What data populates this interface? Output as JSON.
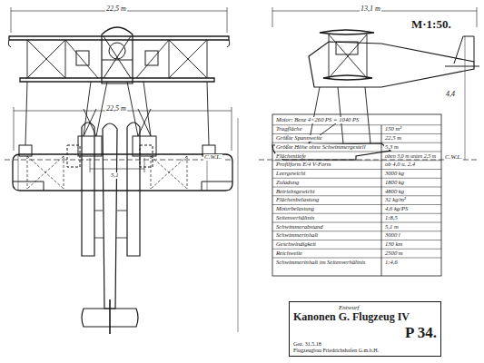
{
  "diagram": {
    "nodes": [
      {
        "text": [
          "Entwurf",
          "Kanonen G. Flugzeug IV",
          "P 34.",
          "Gez. 31.5.18",
          "Flugzeugbau Friedrichshafen G.m.b.H."
        ]
      }
    ],
    "labels": [
      "22,5 m",
      "C.W.L.",
      "M·1:50.",
      "C.W.L.",
      "13,1 m",
      "5,1",
      "4,4",
      "22,5 m",
      "Motor: Benz 4×260 PS = 1040 PS",
      "Tragfläche",
      "150 m²",
      "Größte Spannweite",
      "22,5 m",
      "Größte Höhe ohne Schwimmergestell",
      "5,3 m",
      "Flächentiefe",
      "oben 3,0 m unten 2,5 m",
      "Profilform E/4 V-Form",
      "ob 4,0 u. 2,4",
      "Leergewicht",
      "3000 kg",
      "Zuladung",
      "1800 kg",
      "Betriebsgewicht",
      "4800 kg",
      "Flächenbelastung",
      "32 kg/m²",
      "Motorbelastung",
      "4,6 kg/PS",
      "Seitenverhältnis",
      "1:8,5",
      "Schwimmerabstand",
      "5,1 m",
      "Schwimmerinhalt",
      "3000 l",
      "Geschwindigkeit",
      "130 km",
      "Reichweite",
      "2500 m",
      "Schwimmerinhalt im Seitenverhältnis",
      "1:4,6"
    ]
  }
}
